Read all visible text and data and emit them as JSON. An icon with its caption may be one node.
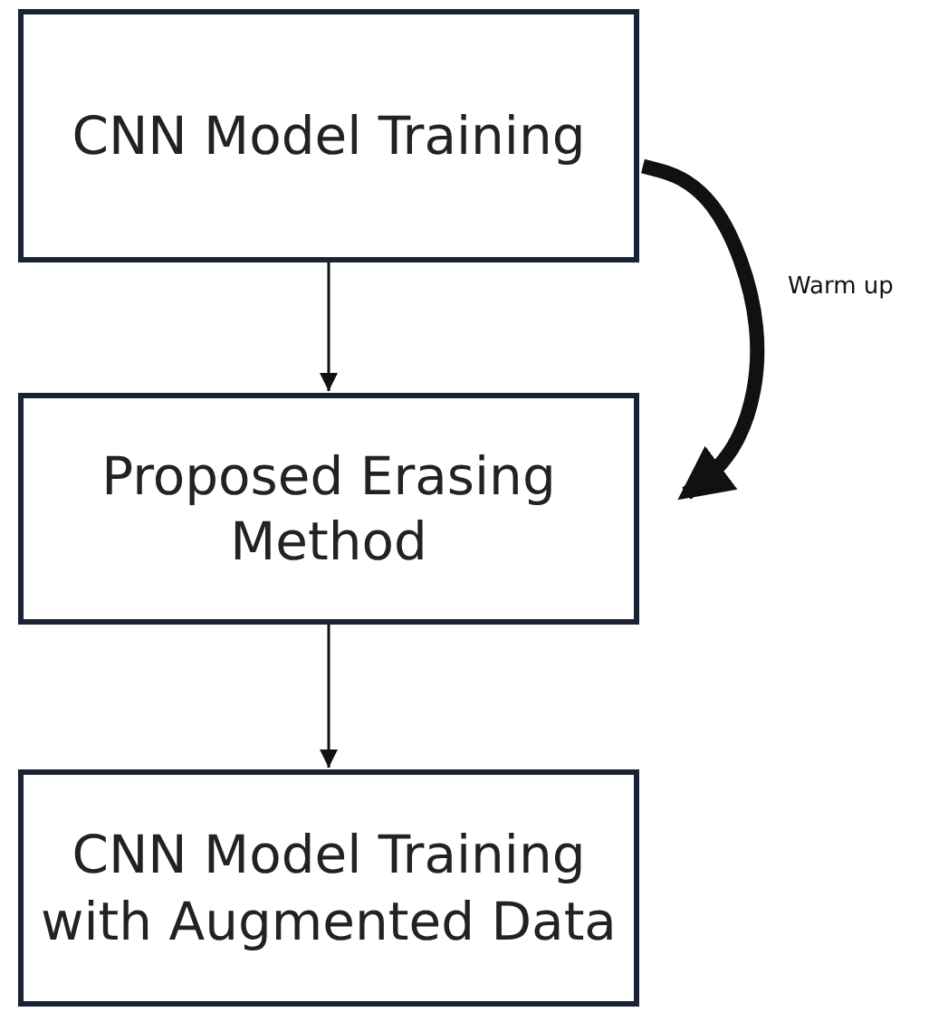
{
  "diagram": {
    "nodes": [
      {
        "text": [
          "CNN Model Training"
        ]
      },
      {
        "text": [
          "Proposed Erasing Method"
        ]
      },
      {
        "text": [
          "CNN Model Training with Augmented Data"
        ]
      }
    ],
    "edges": [
      {
        "from": 0,
        "to": 1,
        "arrow": "to"
      },
      {
        "from": 1,
        "to": 2,
        "arrow": "to"
      },
      {
        "from": 0,
        "to": 1,
        "arrow": "to",
        "label": "Warm up",
        "style": "thick"
      }
    ]
  }
}
